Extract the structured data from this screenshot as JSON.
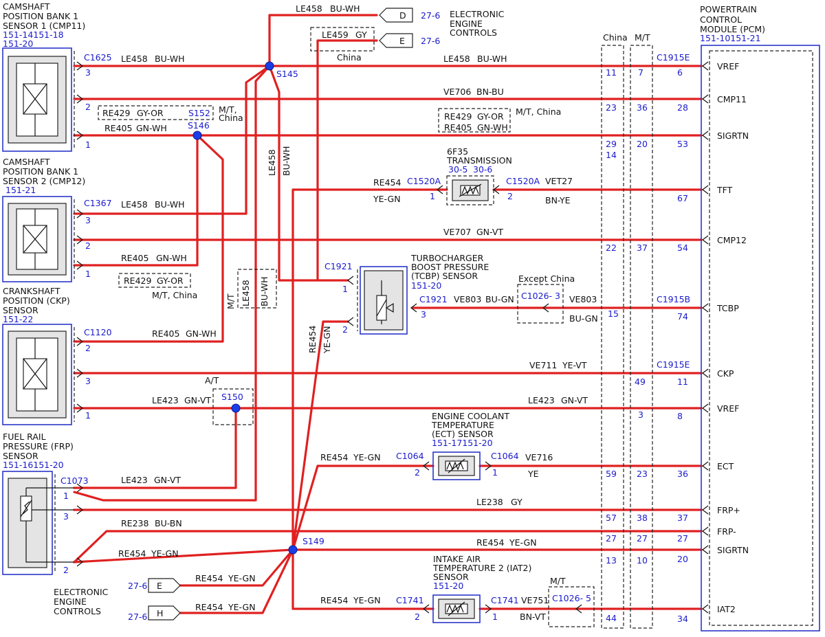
{
  "components": {
    "cmp11": {
      "name": [
        "CAMSHAFT",
        "POSITION BANK 1",
        "SENSOR 1 (CMP11)"
      ],
      "ref1": "151-14151-18",
      "ref2": "151-20"
    },
    "cmp12": {
      "name": [
        "CAMSHAFT",
        "POSITION BANK 1",
        "SENSOR 2 (CMP12)"
      ],
      "ref1": "151-21"
    },
    "ckp": {
      "name": [
        "CRANKSHAFT",
        "POSITION (CKP)",
        "SENSOR"
      ],
      "ref1": "151-22"
    },
    "frp": {
      "name": [
        "FUEL RAIL",
        "PRESSURE (FRP)",
        "SENSOR"
      ],
      "ref1": "151-16151-20"
    },
    "pcm": {
      "name": [
        "POWERTRAIN",
        "CONTROL",
        "MODULE (PCM)"
      ],
      "ref1": "151-10151-21"
    },
    "eec_top": {
      "name": [
        "ELECTRONIC",
        "ENGINE",
        "CONTROLS"
      ]
    },
    "eec_bottom": {
      "name": [
        "ELECTRONIC",
        "ENGINE",
        "CONTROLS"
      ]
    },
    "trans": {
      "name": [
        "6F35",
        "TRANSMISSION"
      ],
      "ref1": "30-5",
      "ref2": "30-6"
    },
    "tcbp": {
      "name": [
        "TURBOCHARGER",
        "BOOST PRESSURE",
        "(TCBP) SENSOR"
      ],
      "ref1": "151-20"
    },
    "ect": {
      "name": [
        "ENGINE COOLANT",
        "TEMPERATURE",
        "(ECT) SENSOR"
      ],
      "ref1": "151-17151-20"
    },
    "iat2": {
      "name": [
        "INTAKE AIR",
        "TEMPERATURE 2 (IAT2)",
        "SENSOR"
      ],
      "ref1": "151-20"
    }
  },
  "connectors": {
    "c1625": "C1625",
    "c1367": "C1367",
    "c1120": "C1120",
    "c1073": "C1073",
    "c1915e_a": "C1915E",
    "c1915e_b": "C1915E",
    "c1915b": "C1915B",
    "c1520a_l": "C1520A",
    "c1520a_r": "C1520A",
    "c1921_a": "C1921",
    "c1921_b": "C1921",
    "c1026_3": "C1026- 3",
    "c1026_5": "C1026- 5",
    "c1064_l": "C1064",
    "c1064_r": "C1064",
    "c1741_l": "C1741",
    "c1741_r": "C1741"
  },
  "splices": {
    "s145": "S145",
    "s146": "S146",
    "s149": "S149",
    "s150": "S150",
    "s152": "S152"
  },
  "wires": {
    "le458": "LE458",
    "bu_wh": "BU-WH",
    "le459": "LE459",
    "gy": "GY",
    "ve706": "VE706",
    "bn_bu": "BN-BU",
    "re429": "RE429",
    "gy_or": "GY-OR",
    "re405": "RE405",
    "gn_wh": "GN-WH",
    "re454": "RE454",
    "ye_gn": "YE-GN",
    "vet27": "VET27",
    "bn_ye": "BN-YE",
    "ve707": "VE707",
    "gn_vt": "GN-VT",
    "ve803": "VE803",
    "bu_gn": "BU-GN",
    "ve711": "VE711",
    "ye_vt": "YE-VT",
    "le423": "LE423",
    "ve716": "VE716",
    "ye": "YE",
    "le238": "LE238",
    "re238": "RE238",
    "bu_bn": "BU-BN",
    "ve751": "VE751",
    "bn_vt": "BN-VT"
  },
  "options": {
    "china": "China",
    "mt": "M/T",
    "at": "A/T",
    "mt_china": "M/T, China",
    "mt_china2": "M/T,",
    "china2": "China",
    "except_china": "Except China",
    "china_le459": "China",
    "mt_small": "M/T"
  },
  "page_refs": {
    "d": "D",
    "e": "E",
    "h": "H",
    "r27_6": "27-6"
  },
  "pins": {
    "p1": "1",
    "p2": "2",
    "p3": "3",
    "pcm": [
      "6",
      "28",
      "53",
      "67",
      "54",
      "74",
      "11",
      "8",
      "36",
      "37",
      "27",
      "20",
      "34"
    ],
    "china": [
      "11",
      "23",
      "29",
      "14",
      "22",
      "15",
      "59",
      "57",
      "27",
      "13",
      "44"
    ],
    "mt": [
      "7",
      "36",
      "20",
      "37",
      "49",
      "3",
      "23",
      "38",
      "27",
      "10"
    ]
  },
  "pcm_signals": [
    "VREF",
    "CMP11",
    "SIGRTN",
    "TFT",
    "CMP12",
    "TCBP",
    "CKP",
    "VREF",
    "ECT",
    "FRP+",
    "FRP-",
    "SIGRTN",
    "IAT2"
  ],
  "colors": {
    "wire": "#e02020",
    "component_box": "#2a36c8",
    "splice": "#1a3de6",
    "reference_text": "#1a1acc"
  }
}
